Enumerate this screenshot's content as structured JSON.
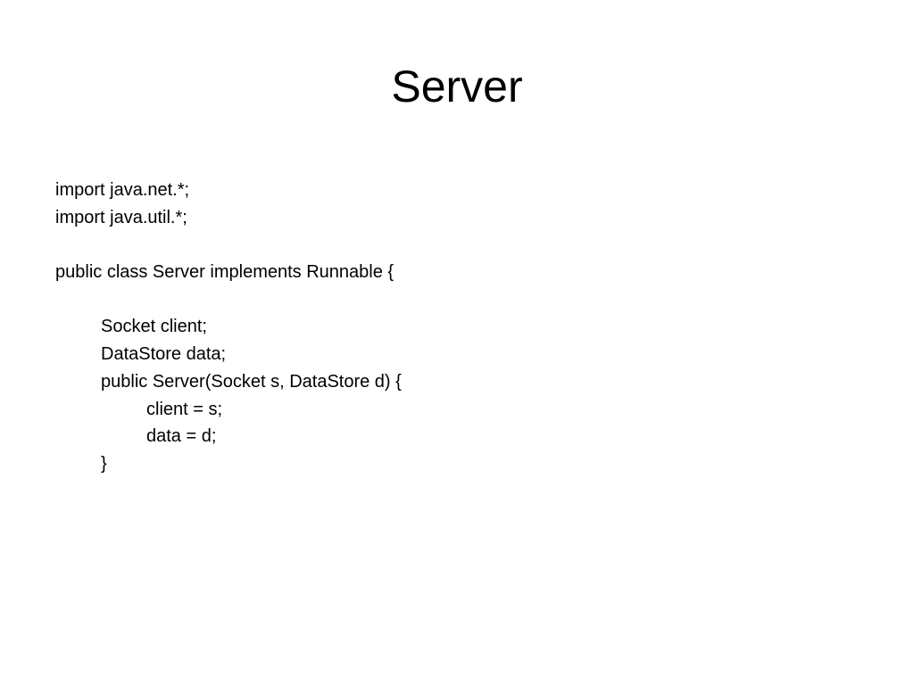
{
  "slide": {
    "title": "Server",
    "code_lines": [
      {
        "text": "import java.net.*;",
        "indent": 0
      },
      {
        "text": "import java.util.*;",
        "indent": 0
      },
      {
        "text": "",
        "indent": 0
      },
      {
        "text": "public class Server implements Runnable {",
        "indent": 0
      },
      {
        "text": "",
        "indent": 0
      },
      {
        "text": "Socket client;",
        "indent": 1
      },
      {
        "text": "DataStore data;",
        "indent": 1
      },
      {
        "text": "public Server(Socket s, DataStore d) {",
        "indent": 1
      },
      {
        "text": "client = s;",
        "indent": 2
      },
      {
        "text": "data = d;",
        "indent": 2
      },
      {
        "text": "}",
        "indent": 1
      }
    ]
  }
}
